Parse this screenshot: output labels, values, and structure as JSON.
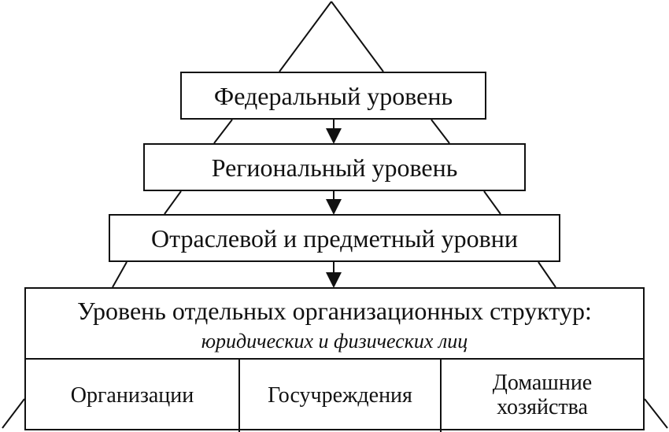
{
  "levels": {
    "federal": "Федеральный уровень",
    "regional": "Региональный уровень",
    "sectoral": "Отраслевой и предметный уровни"
  },
  "organizations": {
    "title": "Уровень отдельных организационных структур:",
    "subtitle": "юридических и физических лиц",
    "items": [
      "Организации",
      "Госучреждения",
      "Домашние хозяйства"
    ]
  }
}
